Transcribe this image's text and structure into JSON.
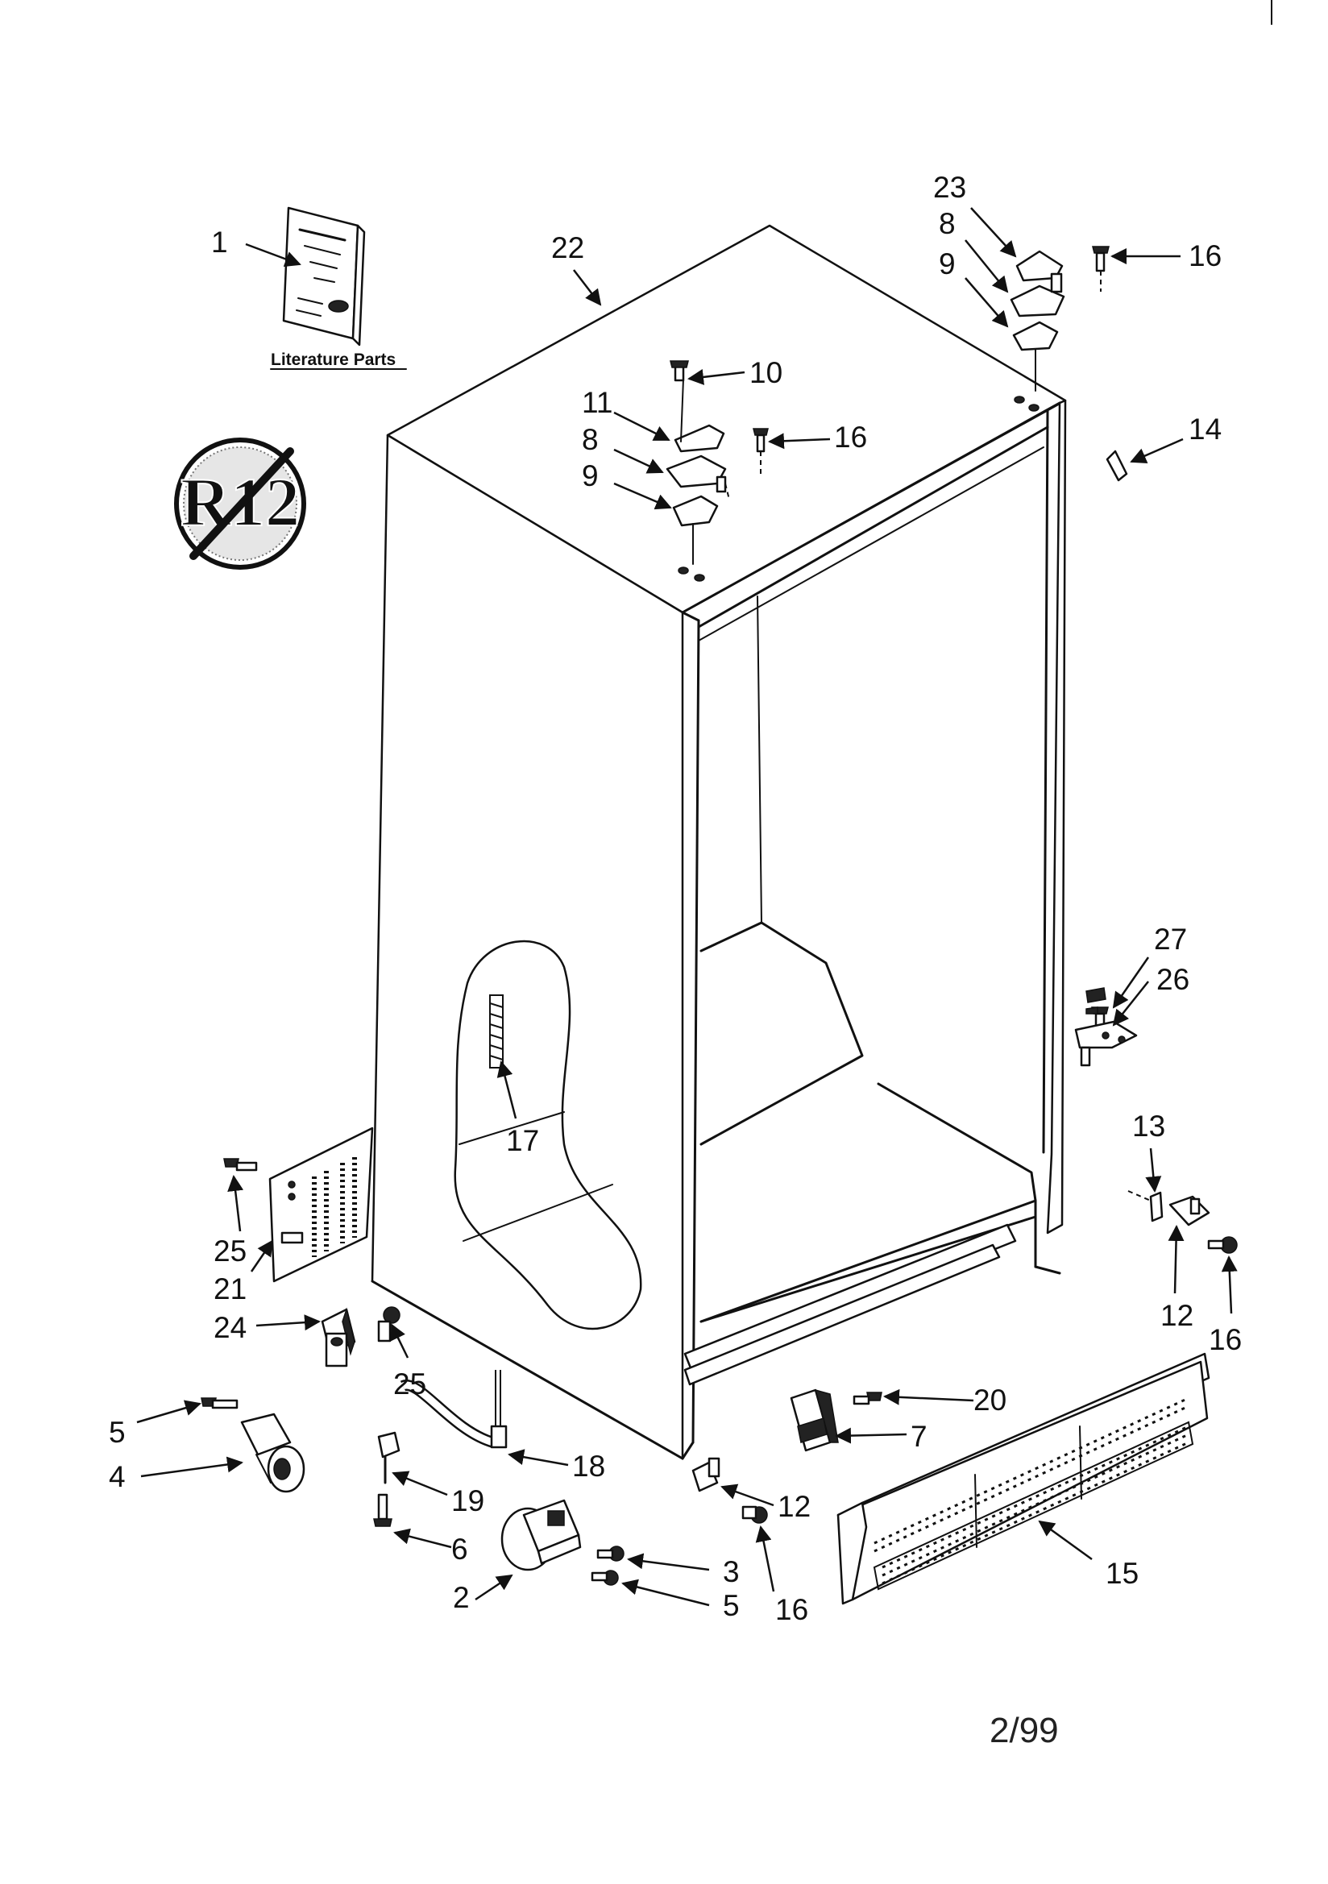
{
  "diagram": {
    "literature_caption": "Literature Parts",
    "no_r12_symbol_text": "R12",
    "date": "2/99",
    "callouts": [
      {
        "id": "c1",
        "text": "1"
      },
      {
        "id": "c22",
        "text": "22"
      },
      {
        "id": "c23",
        "text": "23"
      },
      {
        "id": "c8a",
        "text": "8"
      },
      {
        "id": "c9a",
        "text": "9"
      },
      {
        "id": "c16a",
        "text": "16"
      },
      {
        "id": "c10",
        "text": "10"
      },
      {
        "id": "c11",
        "text": "11"
      },
      {
        "id": "c8b",
        "text": "8"
      },
      {
        "id": "c16b",
        "text": "16"
      },
      {
        "id": "c9b",
        "text": "9"
      },
      {
        "id": "c14",
        "text": "14"
      },
      {
        "id": "c27",
        "text": "27"
      },
      {
        "id": "c26",
        "text": "26"
      },
      {
        "id": "c17",
        "text": "17"
      },
      {
        "id": "c13",
        "text": "13"
      },
      {
        "id": "c25a",
        "text": "25"
      },
      {
        "id": "c21",
        "text": "21"
      },
      {
        "id": "c12a",
        "text": "12"
      },
      {
        "id": "c16c",
        "text": "16"
      },
      {
        "id": "c24",
        "text": "24"
      },
      {
        "id": "c25b",
        "text": "25"
      },
      {
        "id": "c20",
        "text": "20"
      },
      {
        "id": "c5a",
        "text": "5"
      },
      {
        "id": "c7",
        "text": "7"
      },
      {
        "id": "c4",
        "text": "4"
      },
      {
        "id": "c18",
        "text": "18"
      },
      {
        "id": "c19",
        "text": "19"
      },
      {
        "id": "c12b",
        "text": "12"
      },
      {
        "id": "c6",
        "text": "6"
      },
      {
        "id": "c3",
        "text": "3"
      },
      {
        "id": "c15",
        "text": "15"
      },
      {
        "id": "c2",
        "text": "2"
      },
      {
        "id": "c5b",
        "text": "5"
      },
      {
        "id": "c16d",
        "text": "16"
      }
    ]
  }
}
